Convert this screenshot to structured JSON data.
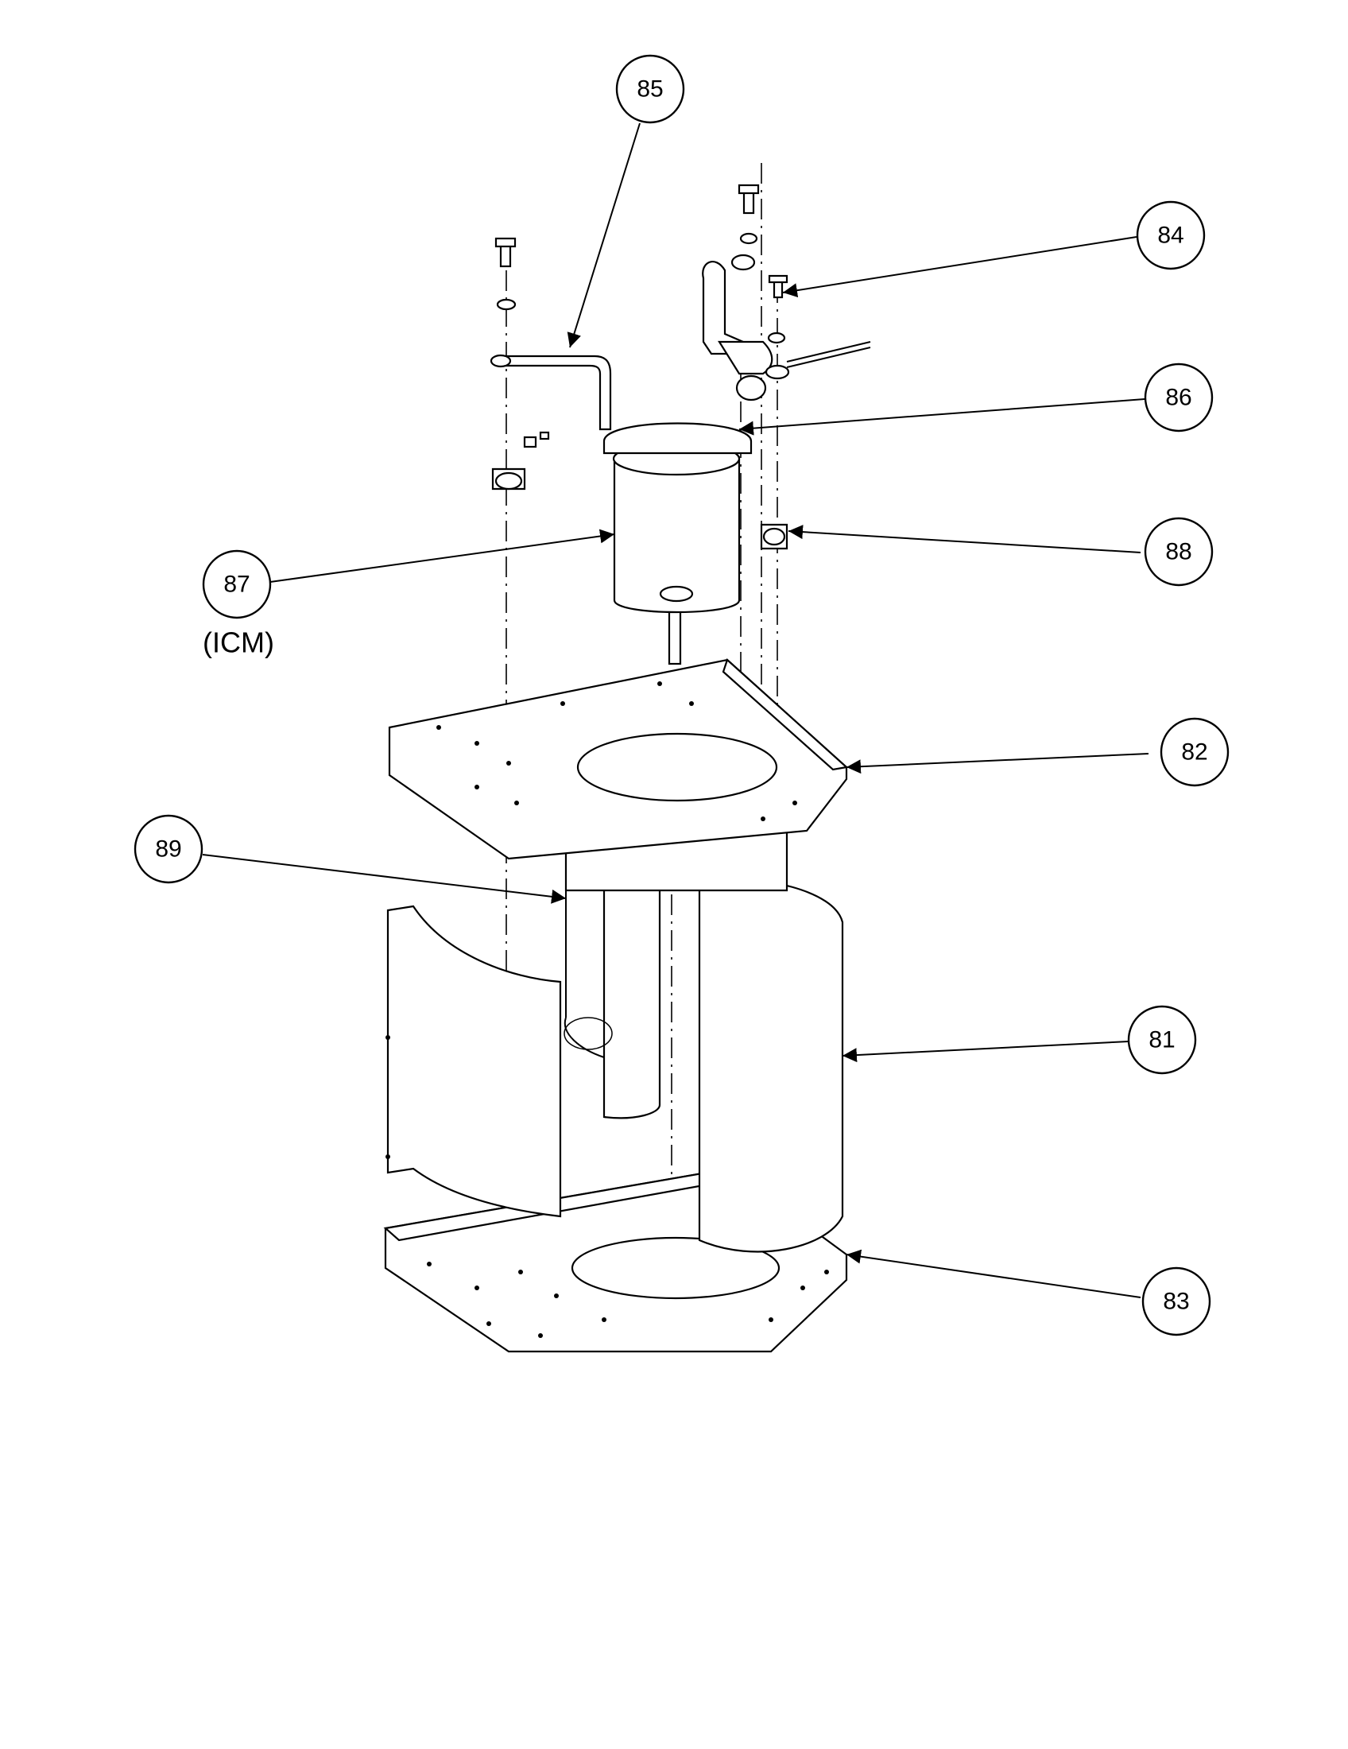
{
  "callouts": [
    {
      "id": "c85",
      "label": "85"
    },
    {
      "id": "c84",
      "label": "84"
    },
    {
      "id": "c86",
      "label": "86"
    },
    {
      "id": "c87",
      "label": "87"
    },
    {
      "id": "c88",
      "label": "88"
    },
    {
      "id": "c82",
      "label": "82"
    },
    {
      "id": "c89",
      "label": "89"
    },
    {
      "id": "c81",
      "label": "81"
    },
    {
      "id": "c83",
      "label": "83"
    }
  ],
  "notes": {
    "motor_type": "(ICM)"
  }
}
